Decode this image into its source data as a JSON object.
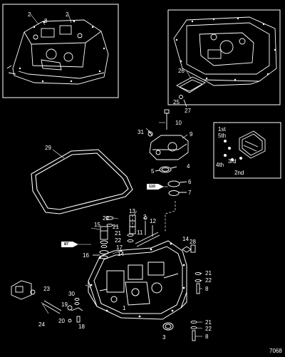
{
  "callouts": {
    "c2a": "2",
    "c8a": "8",
    "c2b": "2",
    "c26": "26",
    "c25": "25",
    "c27": "27",
    "c10": "10",
    "c31": "31",
    "c9": "9",
    "c29": "29",
    "c4": "4",
    "c5": "5",
    "c6": "6",
    "c7": "7",
    "c13": "13",
    "c2c": "2",
    "c12": "12",
    "c11": "11",
    "c22a": "22",
    "c21a": "21",
    "c15": "15",
    "c21b": "21",
    "c22b": "22",
    "c17": "17",
    "c14a": "14",
    "c16": "16",
    "c14b": "14",
    "c28": "28",
    "c21c": "21",
    "c22c": "22",
    "c8b": "8",
    "c23": "23",
    "c30": "30",
    "c19": "19",
    "c24": "24",
    "c20": "20",
    "c18": "18",
    "c3": "3",
    "c21d": "21",
    "c22d": "22",
    "c8c": "8",
    "c1": "1"
  },
  "tags": {
    "t110": "110",
    "t87": "87"
  },
  "gear_positions": {
    "first": "1st",
    "fifth": "5th",
    "third": "3rd",
    "fourth": "4th",
    "second": "2nd"
  },
  "figure_id": "7068"
}
